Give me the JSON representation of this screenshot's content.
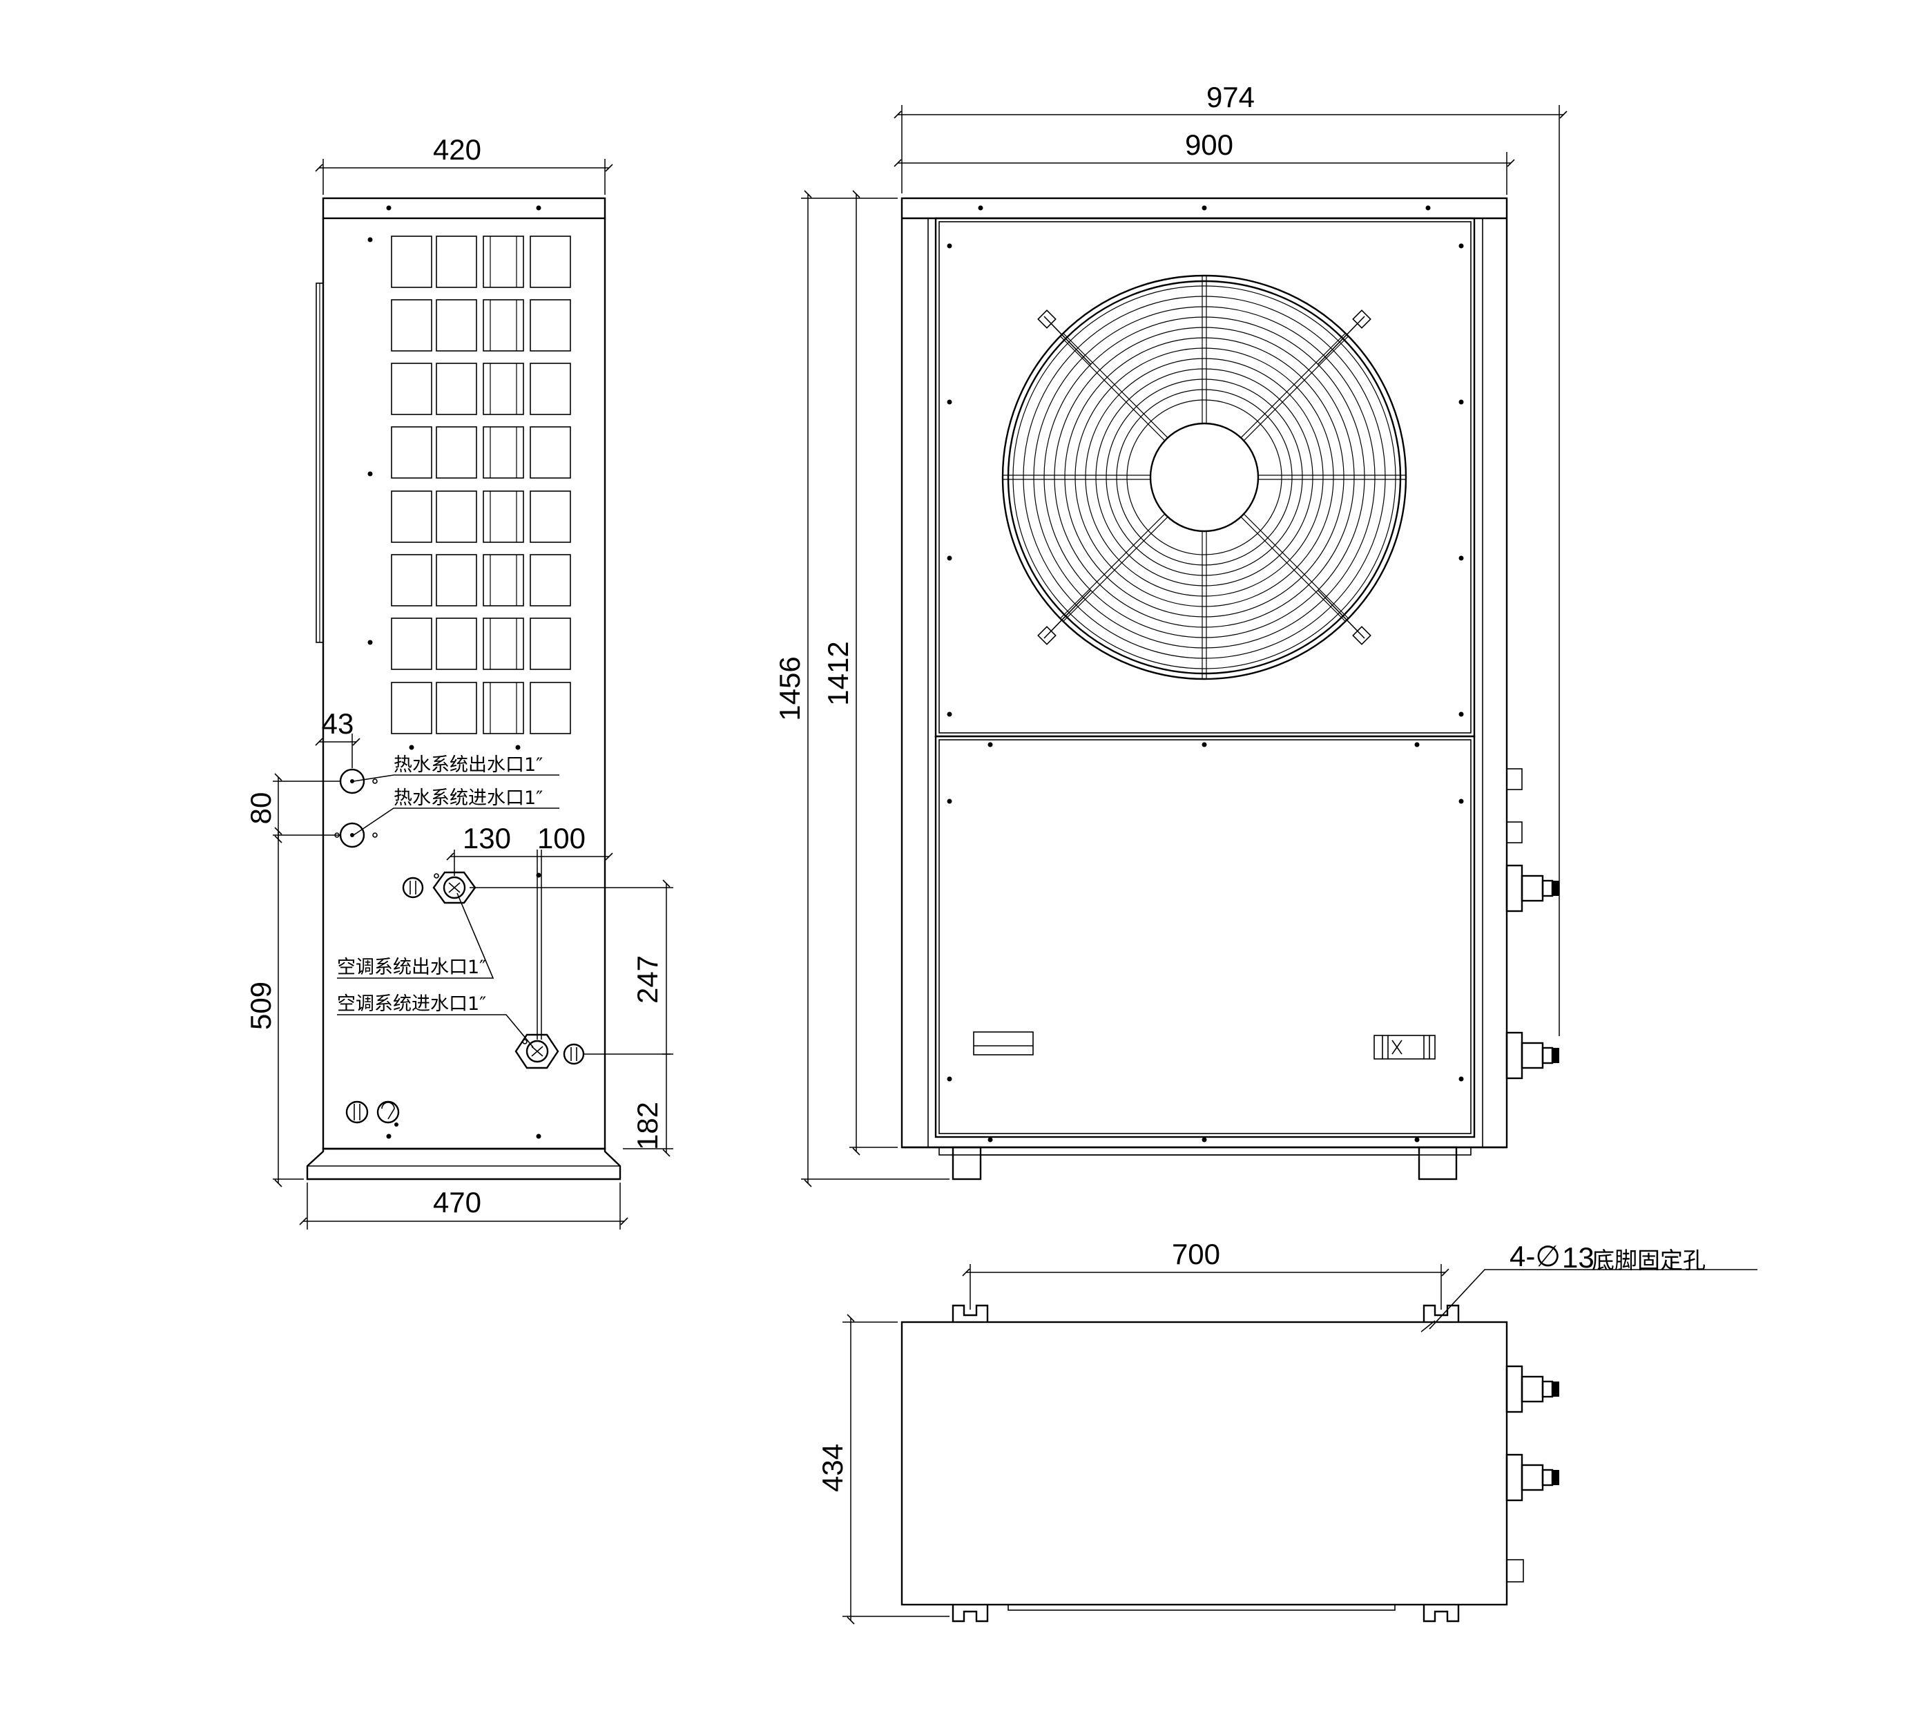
{
  "dimensions": {
    "side_top_width": "420",
    "side_base_width": "470",
    "port_offset": "43",
    "port_spacing": "80",
    "lower_height": "509",
    "ac_offset_a": "130",
    "ac_offset_b": "100",
    "ac_vertical": "247",
    "ac_bottom": "182",
    "overall_width": "974",
    "body_width": "900",
    "overall_height": "1456",
    "body_height": "1412",
    "foot_span": "700",
    "depth": "434"
  },
  "labels": {
    "hot_water_out": "热水系统出水口1″",
    "hot_water_in": "热水系统进水口1″",
    "ac_water_out": "空调系统出水口1″",
    "ac_water_in": "空调系统进水口1″",
    "foot_hole_count": "4-∅",
    "foot_hole_size": "13",
    "foot_hole_desc": "底脚固定孔"
  }
}
